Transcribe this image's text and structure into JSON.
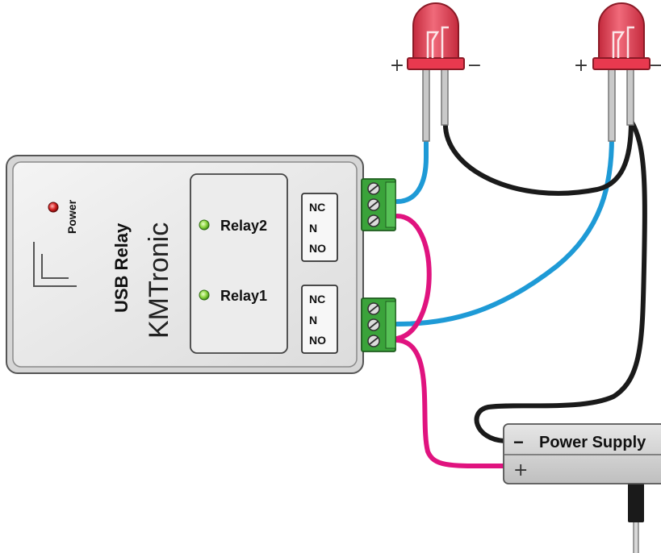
{
  "device": {
    "brand": "KMTronic",
    "product": "USB Relay",
    "power_label": "Power",
    "relays": [
      {
        "label": "Relay2"
      },
      {
        "label": "Relay1"
      }
    ],
    "terminal_labels": [
      "NC",
      "N",
      "NO"
    ]
  },
  "leds": [
    {
      "plus": "+",
      "minus": "−"
    },
    {
      "plus": "+",
      "minus": "−"
    }
  ],
  "power_supply": {
    "label": "Power Supply",
    "minus": "−",
    "plus": "+"
  },
  "colors": {
    "wire_blue": "#1e9ad6",
    "wire_black": "#1a1a1a",
    "wire_magenta": "#e0137f",
    "terminal_green": "#3aa33a",
    "led_red": "#e8394f",
    "status_led_green": "#8bd43c",
    "power_led_red": "#d42020"
  }
}
